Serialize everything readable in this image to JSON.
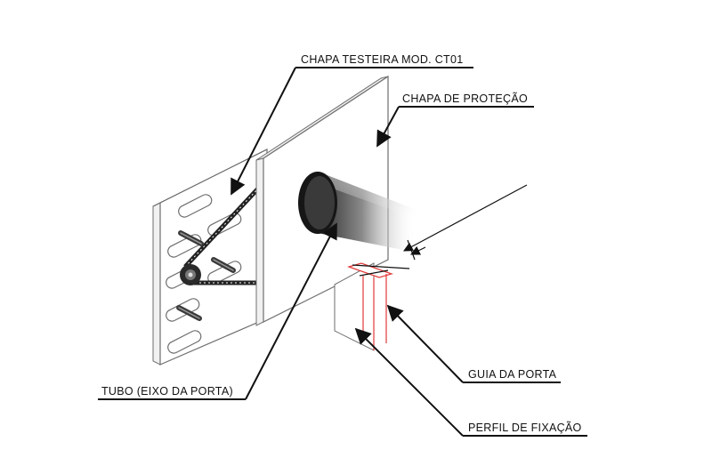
{
  "diagram": {
    "labels": {
      "chapa_testeira": "CHAPA TESTEIRA MOD. CT01",
      "chapa_protecao": "CHAPA DE PROTEÇÃO",
      "tubo": "TUBO (EIXO DA PORTA)",
      "guia_porta": "GUIA DA PORTA",
      "perfil_fixacao": "PERFIL DE FIXAÇÃO"
    },
    "colors": {
      "line": "#111111",
      "plate_edge": "#6e6e6e",
      "plate_fill": "#ffffff",
      "guide_highlight": "#e23a3a"
    }
  }
}
